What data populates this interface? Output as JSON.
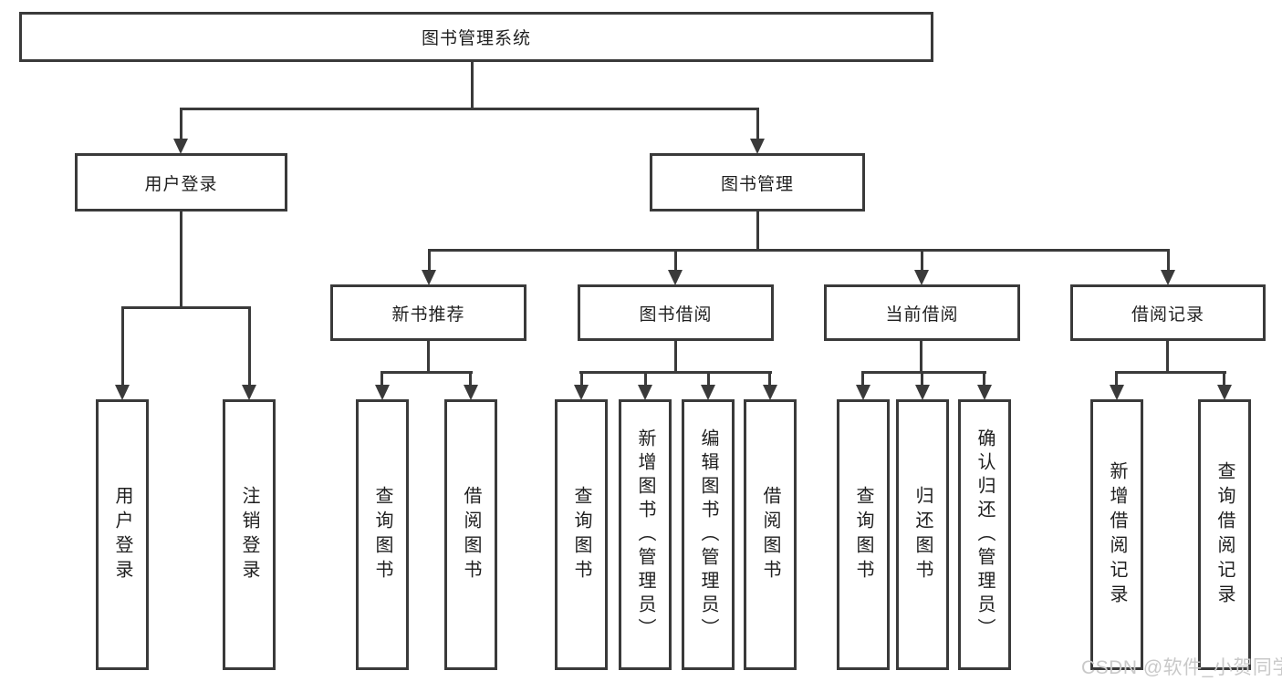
{
  "tree": {
    "root": {
      "label": "图书管理系统"
    },
    "branches": [
      {
        "label": "用户登录",
        "children": [
          {
            "label": "用户登录"
          },
          {
            "label": "注销登录"
          }
        ]
      },
      {
        "label": "图书管理",
        "children": [
          {
            "label": "新书推荐",
            "children": [
              {
                "label": "查询图书"
              },
              {
                "label": "借阅图书"
              }
            ]
          },
          {
            "label": "图书借阅",
            "children": [
              {
                "label": "查询图书"
              },
              {
                "label": "新增图书（管理员）"
              },
              {
                "label": "编辑图书（管理员）"
              },
              {
                "label": "借阅图书"
              }
            ]
          },
          {
            "label": "当前借阅",
            "children": [
              {
                "label": "查询图书"
              },
              {
                "label": "归还图书"
              },
              {
                "label": "确认归还（管理员）"
              }
            ]
          },
          {
            "label": "借阅记录",
            "children": [
              {
                "label": "新增借阅记录"
              },
              {
                "label": "查询借阅记录"
              }
            ]
          }
        ]
      }
    ]
  },
  "watermark": {
    "text": "CSDN @软件_小贺同学"
  },
  "colors": {
    "line": "#3a3a3a",
    "border": "#3a3a3a",
    "text": "#1f1f1f",
    "box_bg": "#ffffff",
    "page_bg": "#ffffff",
    "watermark": "#c9c9c9"
  }
}
